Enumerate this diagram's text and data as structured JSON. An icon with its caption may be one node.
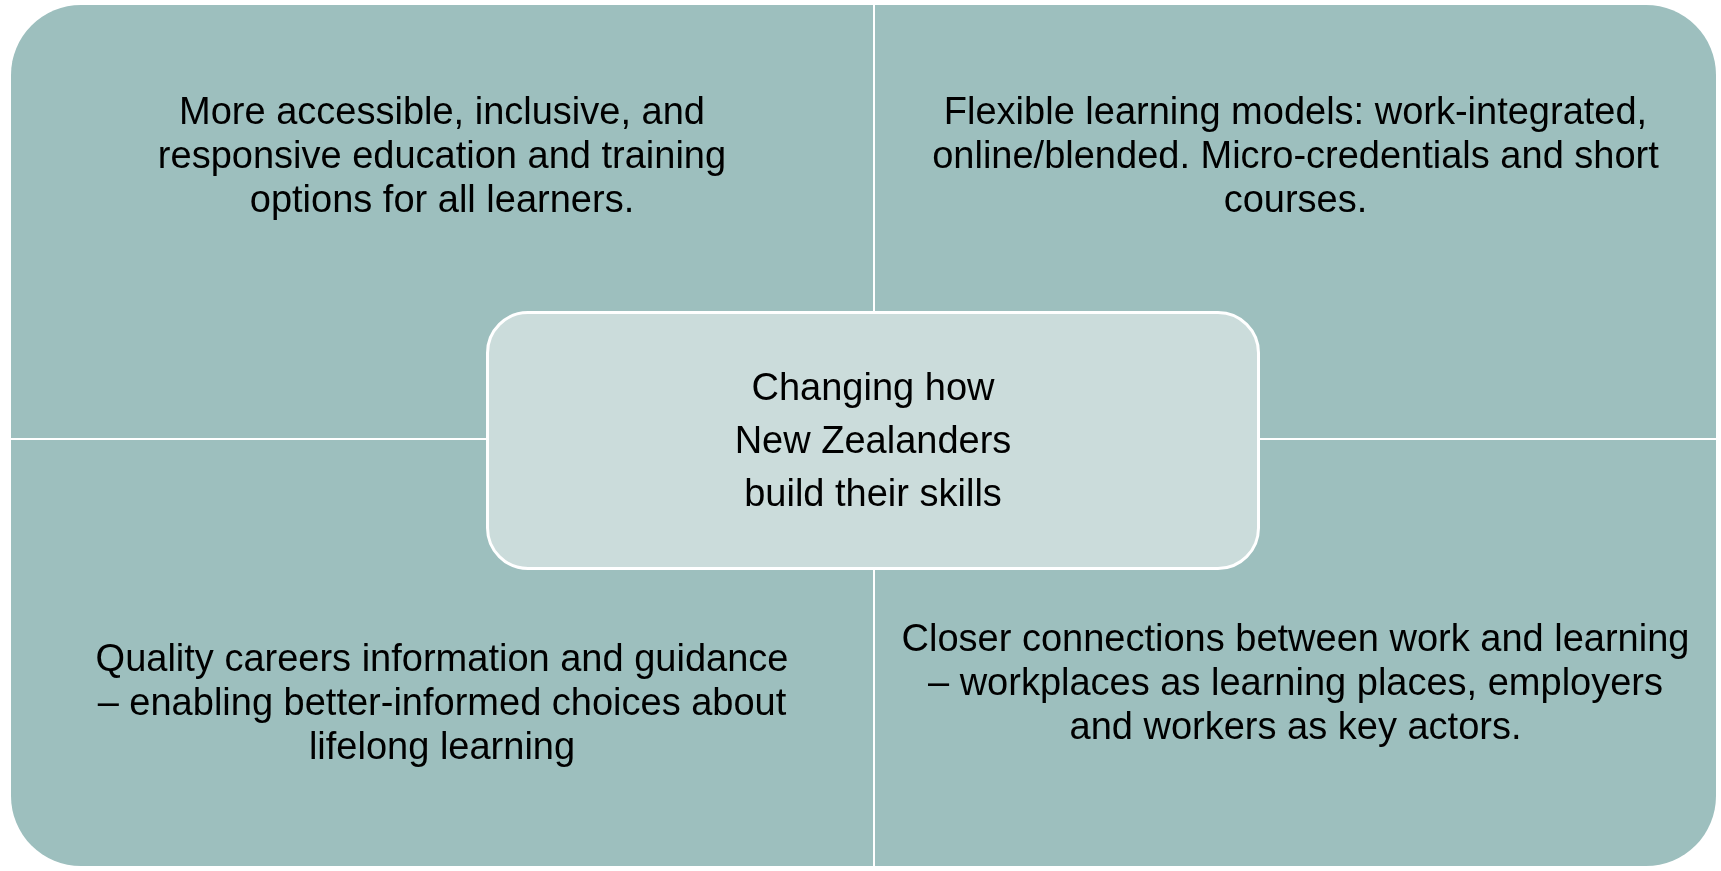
{
  "diagram": {
    "nodes": [
      {
        "text": [
          "More accessible, inclusive, and responsive education and training options for all learners."
        ]
      },
      {
        "text": [
          "Flexible learning models: work-integrated, online/blended. Micro-credentials and short courses."
        ]
      },
      {
        "text": [
          "Changing how New Zealanders build their skills"
        ]
      },
      {
        "text": [
          "Quality careers information and guidance – enabling better-informed choices about lifelong learning"
        ]
      },
      {
        "text": [
          "Closer connections between work and learning – workplaces as learning places, employers and workers as key actors."
        ]
      }
    ]
  }
}
